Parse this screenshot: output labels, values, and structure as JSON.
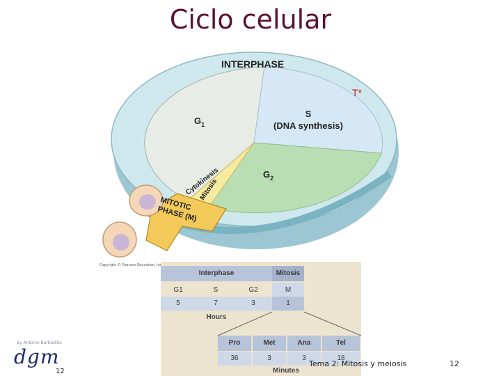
{
  "slide": {
    "title": "Ciclo celular",
    "footer_title": "Tema 2: Mitosis y meiosis",
    "footer_page": "12",
    "logo_text": "dgm",
    "logo_number": "12",
    "credit": "By Antonio Barbadilla"
  },
  "diagram": {
    "interphase": "INTERPHASE",
    "t_marker": "T*",
    "g1": "G",
    "g1_sub": "1",
    "s_line1": "S",
    "s_line2": "(DNA synthesis)",
    "g2": "G",
    "g2_sub": "2",
    "cytokinesis": "Cytokinesis",
    "mitosis": "Mitosis",
    "mitotic_line1": "MITOTIC",
    "mitotic_line2": "PHASE (M)",
    "copyright": "Copyright © Pearson Education, Inc.",
    "colors": {
      "g1": "#e8ece6",
      "s": "#d6e8f6",
      "g2": "#b9deb4",
      "m": "#f6eaa0",
      "ring": "#cbe6ec",
      "arrow": "#f3c95a"
    }
  },
  "table": {
    "top_header": [
      "Interphase",
      "Mitosis"
    ],
    "phases": [
      "G1",
      "S",
      "G2",
      "M"
    ],
    "hours": [
      "5",
      "7",
      "3",
      "1"
    ],
    "hours_label": "Hours",
    "sub_phases": [
      "Pro",
      "Met",
      "Ana",
      "Tel"
    ],
    "minutes": [
      "36",
      "3",
      "3",
      "18"
    ],
    "minutes_label": "Minutes"
  }
}
